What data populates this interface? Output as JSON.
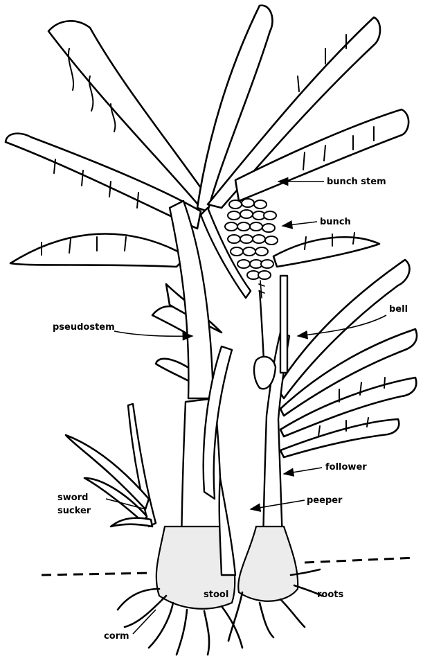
{
  "diagram": {
    "labels": {
      "bunch_stem": "bunch stem",
      "bunch": "bunch",
      "bell": "bell",
      "pseudostem": "pseudostem",
      "follower": "follower",
      "sword_sucker_line1": "sword",
      "sword_sucker_line2": "sucker",
      "peeper": "peeper",
      "stool": "stool",
      "roots": "roots",
      "corm": "corm"
    }
  }
}
